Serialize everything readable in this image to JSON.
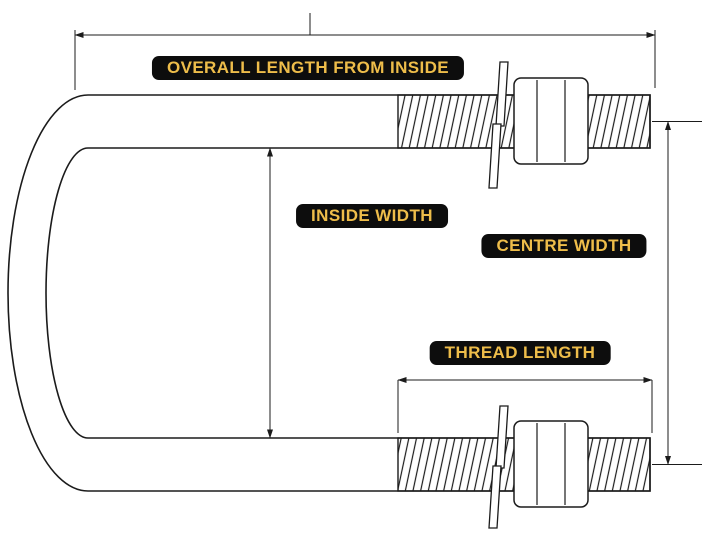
{
  "colors": {
    "background": "#ffffff",
    "line": "#1b1b1b",
    "label_bg": "#0d0d0d",
    "label_text": "#eebd4a"
  },
  "labels": {
    "overall_length": "OVERALL LENGTH FROM INSIDE",
    "inside_width": "INSIDE WIDTH",
    "centre_width": "CENTRE WIDTH",
    "thread_length": "THREAD LENGTH"
  }
}
